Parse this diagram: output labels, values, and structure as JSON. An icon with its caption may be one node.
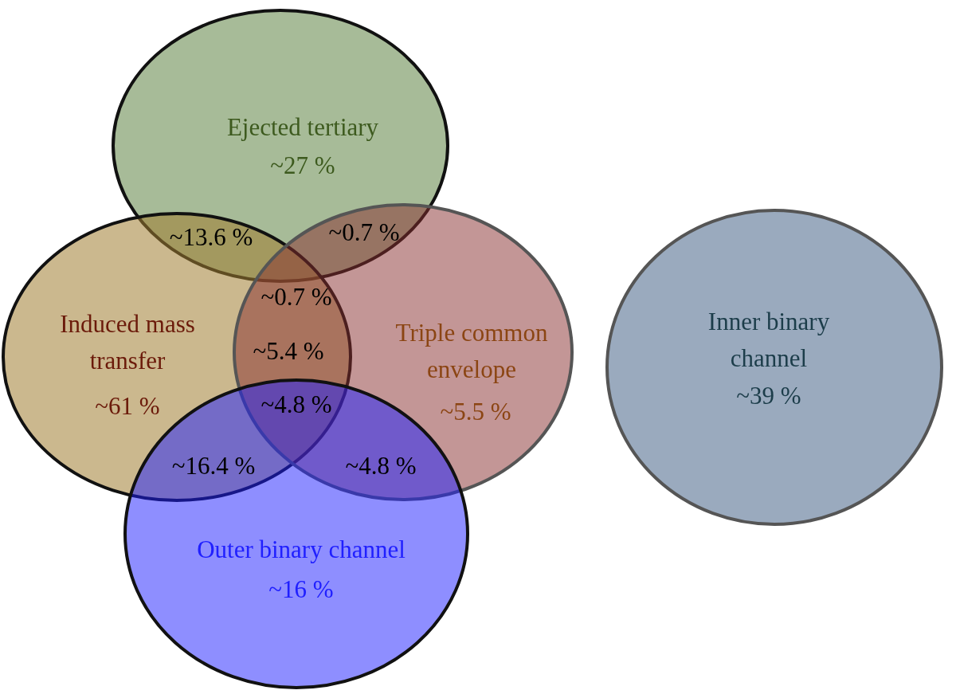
{
  "diagram": {
    "nodes": [
      {
        "text": [
          "Ejected tertiary",
          "~27 %"
        ]
      },
      {
        "text": [
          "Induced mass transfer",
          "~61 %"
        ]
      },
      {
        "text": [
          "Triple common envelope",
          "~5.5 %"
        ]
      },
      {
        "text": [
          "Inner binary channel",
          "~39 %"
        ]
      },
      {
        "text": [
          "Outer binary channel",
          "~16 %"
        ]
      }
    ],
    "labels": [
      "~13.6 %",
      "~0.7 %",
      "~0.7 %",
      "~5.4 %",
      "~4.8 %",
      "~16.4 %",
      "~4.8 %"
    ]
  }
}
